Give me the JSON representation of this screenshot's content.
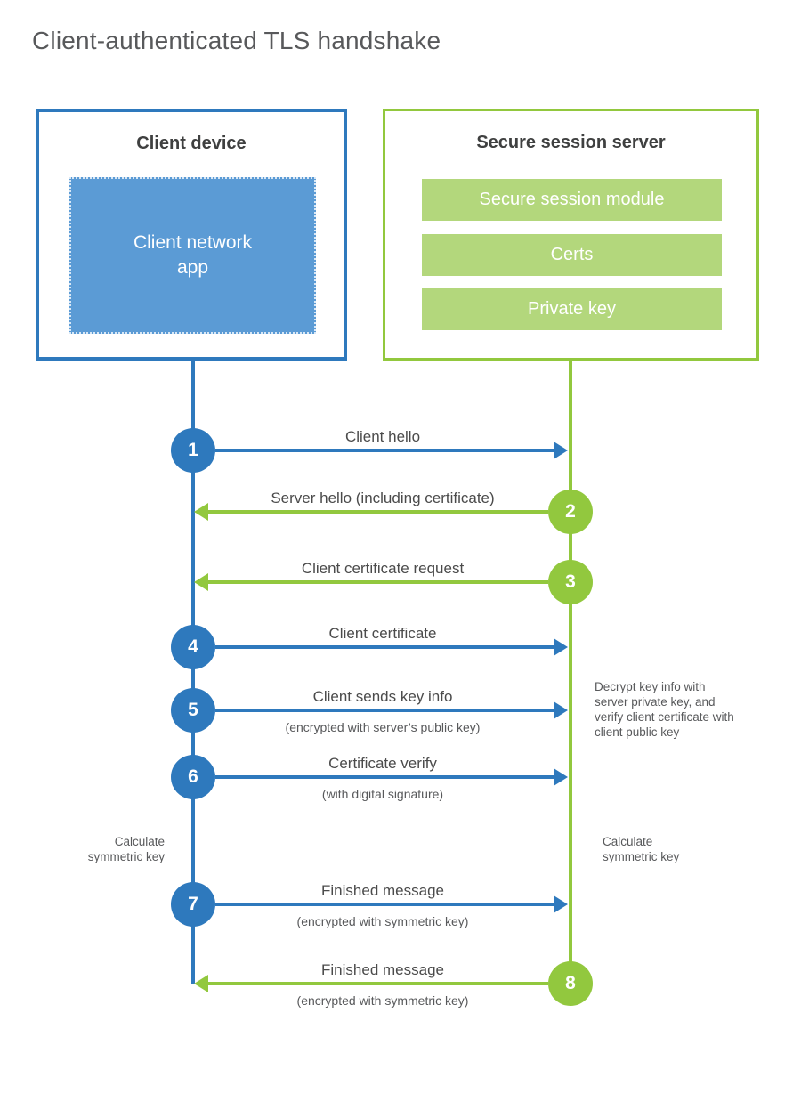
{
  "title": "Client-authenticated TLS handshake",
  "client_box": {
    "title": "Client device",
    "app_label": "Client network app"
  },
  "server_box": {
    "title": "Secure session server",
    "modules": [
      "Secure session module",
      "Certs",
      "Private key"
    ]
  },
  "steps": [
    {
      "number": "1",
      "label": "Client hello",
      "direction": "right",
      "color": "blue"
    },
    {
      "number": "2",
      "label": "Server hello (including certificate)",
      "direction": "left",
      "color": "green"
    },
    {
      "number": "3",
      "label": "Client certificate request",
      "direction": "left",
      "color": "green"
    },
    {
      "number": "4",
      "label": "Client certificate",
      "direction": "right",
      "color": "blue"
    },
    {
      "number": "5",
      "label": "Client sends key info",
      "sublabel": "(encrypted with server’s public key)",
      "direction": "right",
      "color": "blue"
    },
    {
      "number": "6",
      "label": "Certificate verify",
      "sublabel": "(with digital signature)",
      "direction": "right",
      "color": "blue"
    },
    {
      "number": "7",
      "label": "Finished message",
      "sublabel": "(encrypted with symmetric key)",
      "direction": "right",
      "color": "blue"
    },
    {
      "number": "8",
      "label": "Finished message",
      "sublabel": "(encrypted with symmetric key)",
      "direction": "left",
      "color": "green"
    }
  ],
  "notes": {
    "decrypt": "Decrypt key info with server private key, and verify client certificate with client public key",
    "calc_left": "Calculate symmetric key",
    "calc_right": "Calculate symmetric key"
  },
  "colors": {
    "blue": "#2e79bd",
    "blue_fill": "#5b9bd5",
    "green": "#92c83e",
    "green_fill": "#b3d77c"
  }
}
